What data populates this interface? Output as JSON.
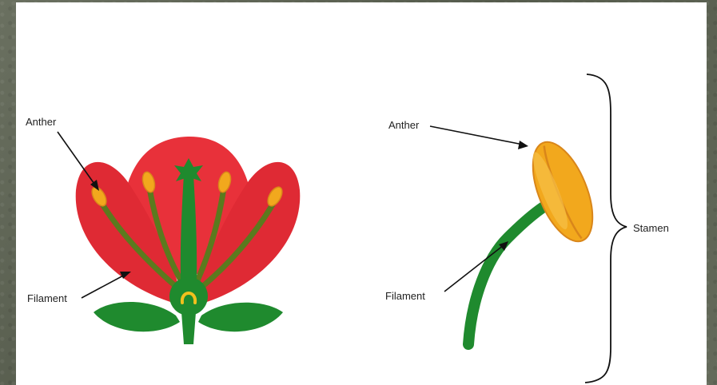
{
  "diagram": {
    "left_flower": {
      "labels": {
        "anther": "Anther",
        "filament": "Filament"
      }
    },
    "right_stamen": {
      "labels": {
        "anther": "Anther",
        "filament": "Filament",
        "stamen": "Stamen"
      }
    }
  },
  "colors": {
    "petal": "#e8313a",
    "petal_dark": "#c81e2a",
    "leaf": "#1f8a2e",
    "filament": "#5b7a1e",
    "anther": "#f2a81d",
    "anther_dark": "#d9861a",
    "background_frame": "#5e6354",
    "card": "#ffffff"
  }
}
